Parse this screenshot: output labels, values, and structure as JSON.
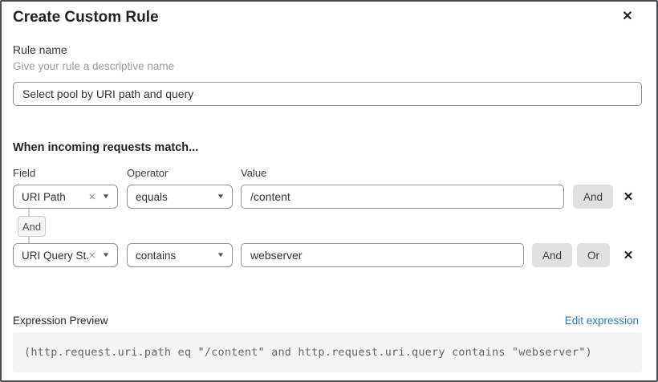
{
  "dialog": {
    "title": "Create Custom Rule",
    "close_icon": "✕"
  },
  "rule_name": {
    "label": "Rule name",
    "hint": "Give your rule a descriptive name",
    "value": "Select pool by URI path and query"
  },
  "match_section": {
    "heading": "When incoming requests match...",
    "columns": {
      "field": "Field",
      "operator": "Operator",
      "value": "Value"
    },
    "rows": [
      {
        "field": "URI Path",
        "operator": "equals",
        "value": "/content"
      },
      {
        "field": "URI Query St...",
        "operator": "contains",
        "value": "webserver"
      }
    ],
    "connector_label": "And",
    "and_button": "And",
    "or_button": "Or",
    "clear_icon": "×",
    "chevron_icon": "▼",
    "remove_icon": "✕"
  },
  "expression": {
    "label": "Expression Preview",
    "edit_link": "Edit expression",
    "preview": "(http.request.uri.path eq \"/content\" and http.request.uri.query contains \"webserver\")"
  },
  "colors": {
    "link": "#2c7cb1",
    "button_bg": "#e0e0e0",
    "border": "#8f9297"
  }
}
